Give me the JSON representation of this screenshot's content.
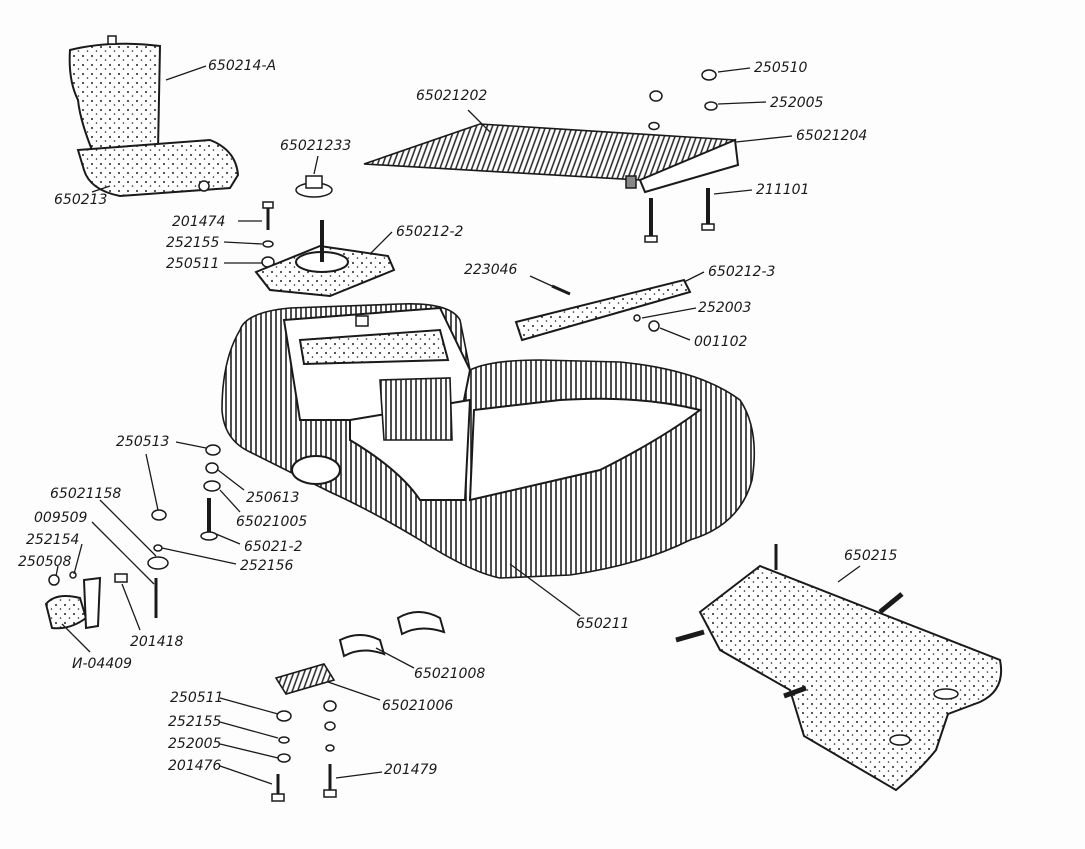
{
  "labels": {
    "seat_back": "650214-A",
    "seat_base": "650213",
    "floor_mat": "65021202",
    "mat_rail": "65021204",
    "nut_top": "250510",
    "washer_top": "252005",
    "bolt_top": "211101",
    "cap": "65021233",
    "bolt_a": "201474",
    "washer_a": "252155",
    "nut_a": "250511",
    "bracket_plate": "650212-2",
    "screw_rail": "223046",
    "rail_strip": "650212-3",
    "washer_rail": "252003",
    "nut_rail": "001102",
    "nut_b": "250513",
    "washer_b": "250613",
    "rubber_b": "65021005",
    "stud_b": "65021-2",
    "washer_c": "252156",
    "clip_left": "65021158",
    "pin_left": "009509",
    "spring_left": "252154",
    "nut_left": "250508",
    "bolt_left": "201418",
    "bracket_left": "И-04409",
    "body": "650211",
    "floor_panel": "650215",
    "bushing": "65021008",
    "saddle": "65021006",
    "nut_d": "250511",
    "washer_d1": "252155",
    "washer_d2": "252005",
    "bolt_d": "201476",
    "bolt_e": "201479"
  }
}
